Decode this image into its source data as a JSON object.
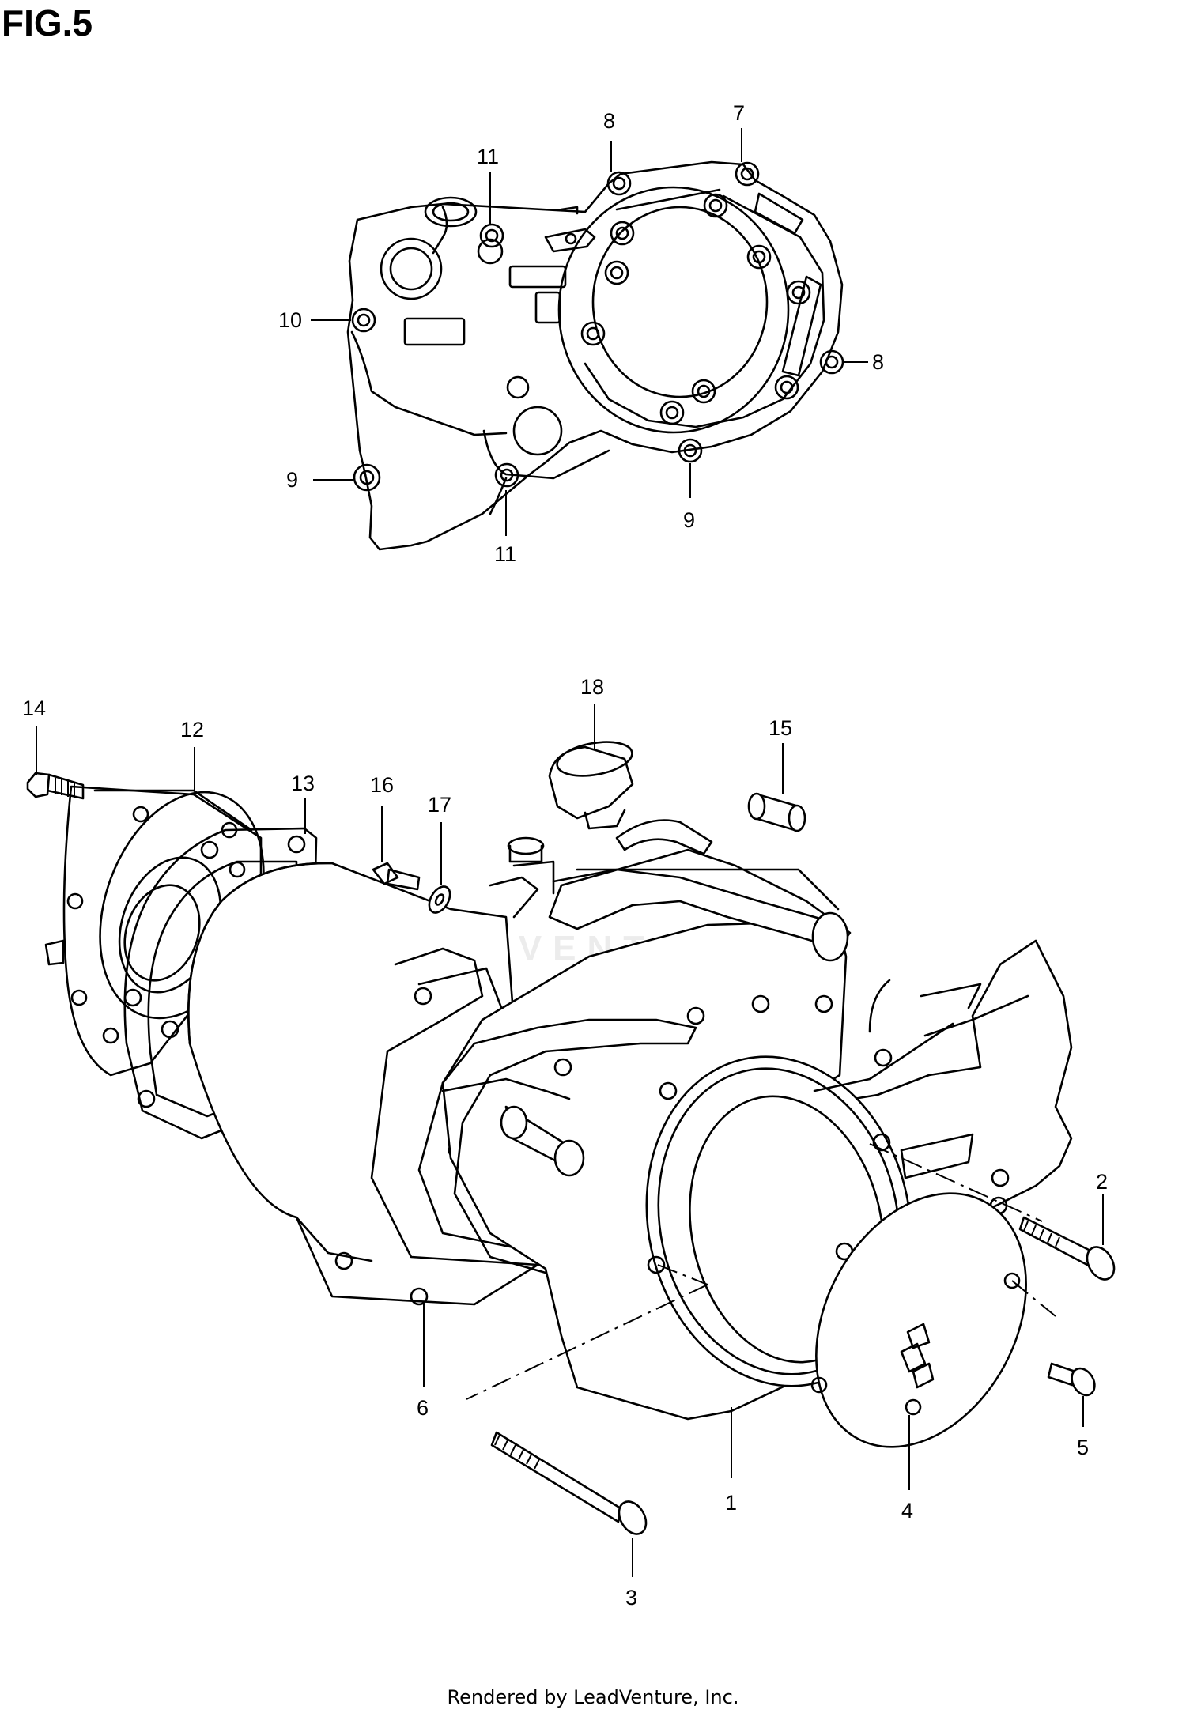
{
  "figure": {
    "title": "FIG.5"
  },
  "footer": {
    "text": "Rendered by LeadVenture, Inc."
  },
  "watermark": {
    "text": "LEADVENTURE"
  },
  "callouts": [
    {
      "id": "c7",
      "text": "7"
    },
    {
      "id": "c8a",
      "text": "8"
    },
    {
      "id": "c8b",
      "text": "8"
    },
    {
      "id": "c9a",
      "text": "9"
    },
    {
      "id": "c9b",
      "text": "9"
    },
    {
      "id": "c10",
      "text": "10"
    },
    {
      "id": "c11a",
      "text": "11"
    },
    {
      "id": "c11b",
      "text": "11"
    },
    {
      "id": "c1",
      "text": "1"
    },
    {
      "id": "c2",
      "text": "2"
    },
    {
      "id": "c3",
      "text": "3"
    },
    {
      "id": "c4",
      "text": "4"
    },
    {
      "id": "c5",
      "text": "5"
    },
    {
      "id": "c6",
      "text": "6"
    },
    {
      "id": "c12",
      "text": "12"
    },
    {
      "id": "c13",
      "text": "13"
    },
    {
      "id": "c14",
      "text": "14"
    },
    {
      "id": "c15",
      "text": "15"
    },
    {
      "id": "c16",
      "text": "16"
    },
    {
      "id": "c17",
      "text": "17"
    },
    {
      "id": "c18",
      "text": "18"
    }
  ]
}
